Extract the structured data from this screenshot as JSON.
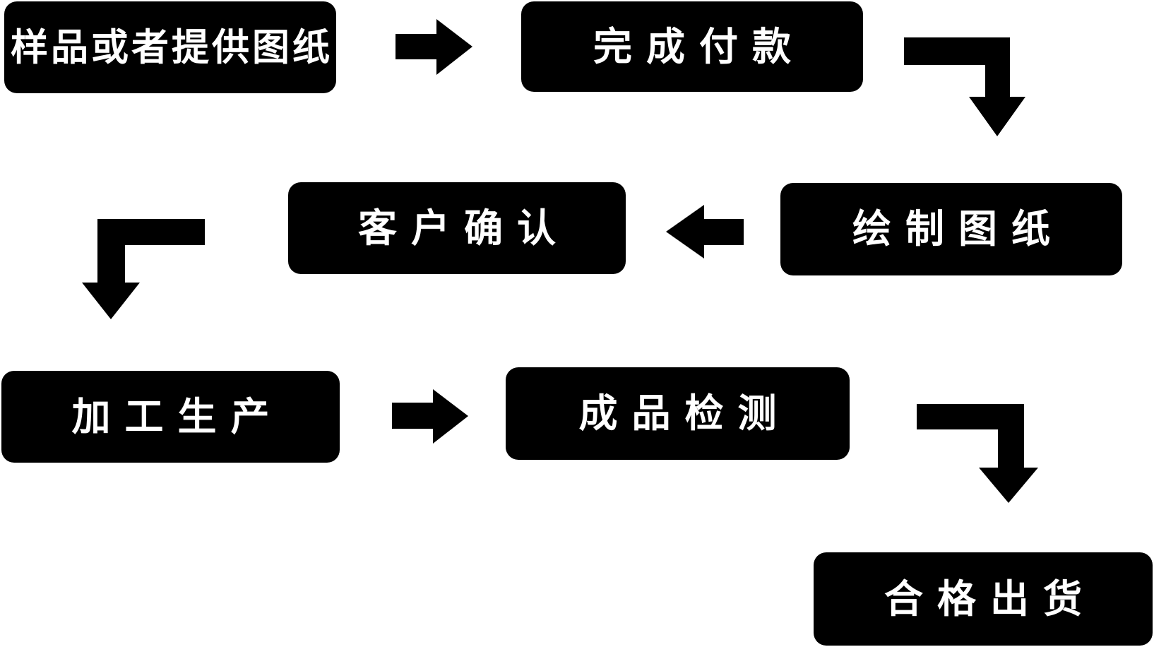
{
  "diagram": {
    "type": "flowchart",
    "language": "zh-CN",
    "step_count": 7
  },
  "colors": {
    "background": "#ffffff",
    "node_bg": "#000000",
    "node_text": "#ffffff",
    "arrow": "#000000"
  },
  "nodes": [
    {
      "id": "sample-or-drawing",
      "label": "样品或者提供图纸"
    },
    {
      "id": "complete-payment",
      "label": "完成付款"
    },
    {
      "id": "draw-drawings",
      "label": "绘制图纸"
    },
    {
      "id": "customer-confirmation",
      "label": "客户确认"
    },
    {
      "id": "processing-production",
      "label": "加工生产"
    },
    {
      "id": "product-inspection",
      "label": "成品检测"
    },
    {
      "id": "qualified-shipment",
      "label": "合格出货"
    }
  ],
  "edges": [
    {
      "from": "样品或者提供图纸",
      "to": "完成付款",
      "direction": "right"
    },
    {
      "from": "完成付款",
      "to": "绘制图纸",
      "direction": "right-then-down"
    },
    {
      "from": "绘制图纸",
      "to": "客户确认",
      "direction": "left"
    },
    {
      "from": "客户确认",
      "to": "加工生产",
      "direction": "left-then-down"
    },
    {
      "from": "加工生产",
      "to": "成品检测",
      "direction": "right"
    },
    {
      "from": "成品检测",
      "to": "合格出货",
      "direction": "right-then-down"
    }
  ]
}
